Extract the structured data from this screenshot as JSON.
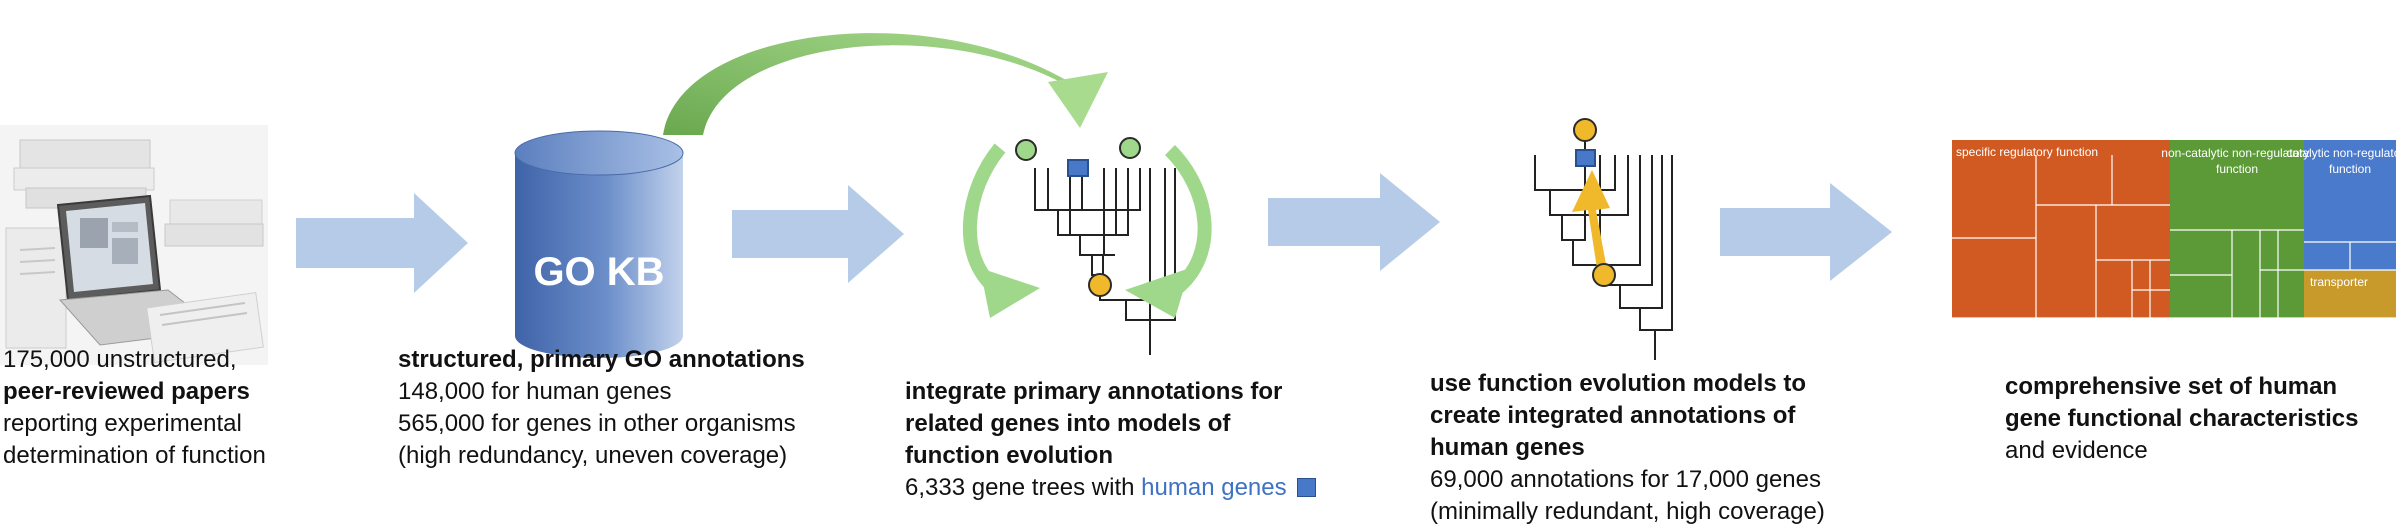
{
  "database_label": "GO KB",
  "stage1": {
    "line1": "175,000 unstructured,",
    "line2": "peer-reviewed papers",
    "line3": "reporting experimental",
    "line4": "determination of function"
  },
  "stage2": {
    "line1": "structured, primary GO annotations",
    "line2": "148,000 for human genes",
    "line3": "565,000 for genes in other organisms",
    "line4": "(high redundancy, uneven coverage)"
  },
  "stage3": {
    "line1": "integrate primary annotations for",
    "line2": "related genes into models of",
    "line3": "function evolution",
    "line4_prefix": "6,333 gene trees with",
    "line4_highlight": "human genes"
  },
  "stage4": {
    "line1": "use function evolution models to",
    "line2": "create integrated annotations of",
    "line3": "human genes",
    "line4": "69,000 annotations for 17,000 genes",
    "line5": "(minimally redundant, high coverage)"
  },
  "stage5": {
    "line1": "comprehensive set of human",
    "line2": "gene functional characteristics",
    "line3": "and evidence"
  },
  "treemap": {
    "label_regulatory": "specific regulatory function",
    "label_noncatalytic": "non-catalytic non-regulatory function",
    "label_catalytic": "catalytic non-regulatory function",
    "label_transporter": "transporter",
    "colors": {
      "regulatory": "#d15a22",
      "noncatalytic": "#5b9a37",
      "catalytic": "#4a7acb",
      "transporter": "#c89a2c"
    }
  },
  "colors": {
    "flow_arrow": "#b5cbe8",
    "node_green": "#9fd88a",
    "node_yellow": "#f0b92c",
    "node_blue": "#4878c8"
  }
}
